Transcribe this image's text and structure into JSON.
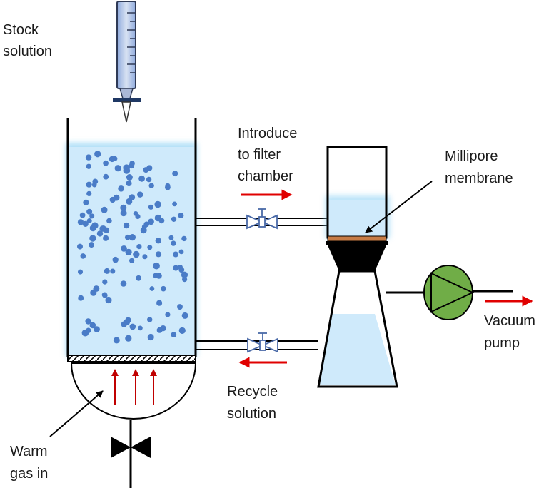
{
  "labels": {
    "stock_line1": "Stock",
    "stock_line2": "solution",
    "introduce_line1": "Introduce",
    "introduce_line2": "to filter",
    "introduce_line3": "chamber",
    "millipore_line1": "Millipore",
    "millipore_line2": "membrane",
    "vacuum_line1": "Vacuum",
    "vacuum_line2": "pump",
    "recycle_line1": "Recycle",
    "recycle_line2": "solution",
    "warm_line1": "Warm",
    "warm_line2": "gas in"
  },
  "colors": {
    "liquid": "#cfeafb",
    "liquid_glow": "#9ed8f6",
    "particle": "#4a7cc7",
    "flow_arrow": "#e00000",
    "membrane": "#c77b45",
    "pump": "#70ad47",
    "valve": "#4a6aa8",
    "outline": "#000000"
  },
  "icons": {
    "syringe": "syringe-icon",
    "valve_top": "valve-icon",
    "valve_bottom": "valve-icon",
    "gas_valve": "bowtie-valve-icon",
    "pump": "pump-icon"
  }
}
